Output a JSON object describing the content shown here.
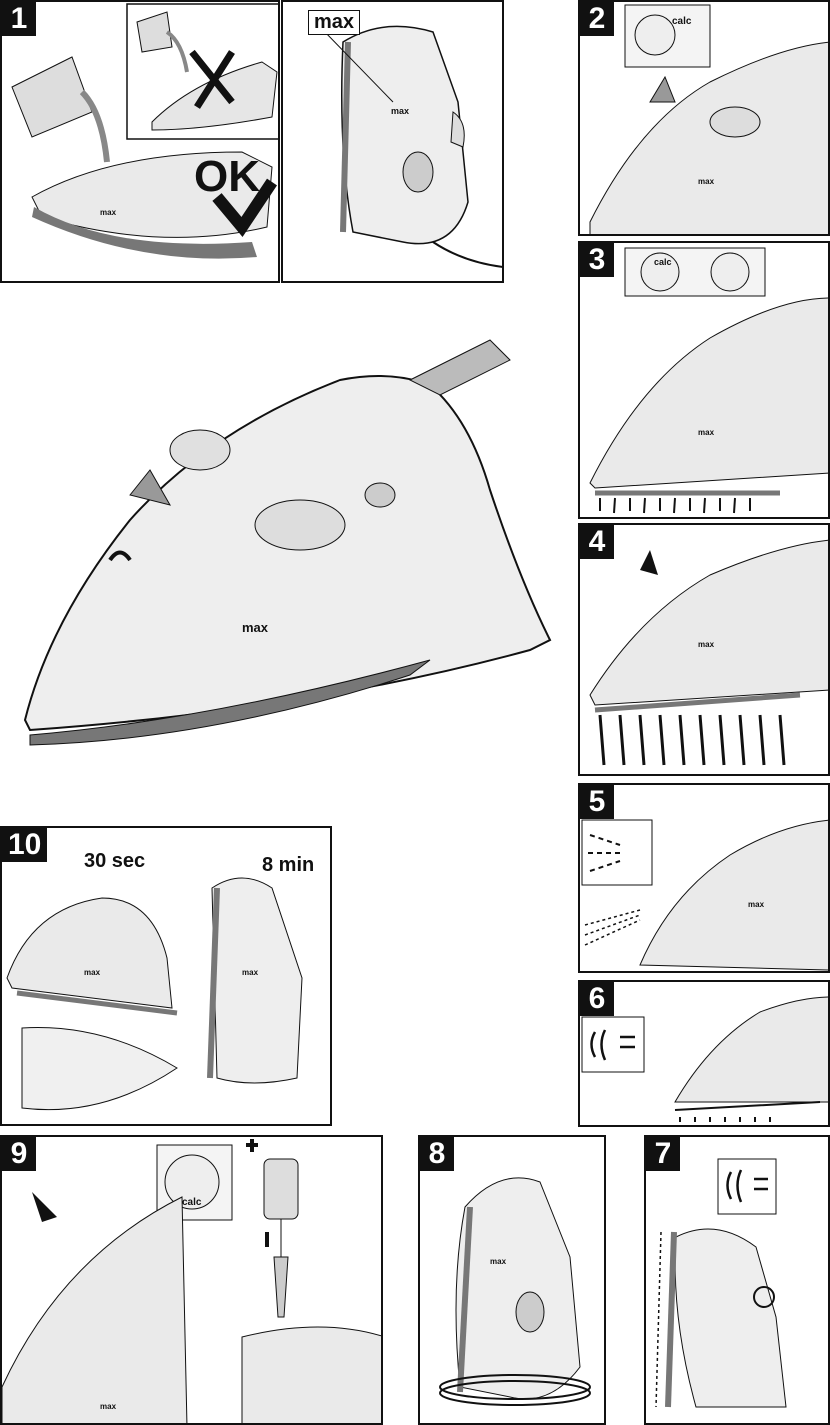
{
  "steps": {
    "s1": "1",
    "s2": "2",
    "s3": "3",
    "s4": "4",
    "s5": "5",
    "s6": "6",
    "s7": "7",
    "s8": "8",
    "s9": "9",
    "s10": "10"
  },
  "labels": {
    "max_box": "max",
    "ok": "OK",
    "max_mark": "max",
    "calc": "calc",
    "t30": "30 sec",
    "t8": "8 min"
  },
  "colors": {
    "line": "#111111",
    "body": "#f2f2f2",
    "shade": "#cfcfcf",
    "dark": "#6f6f6f"
  }
}
